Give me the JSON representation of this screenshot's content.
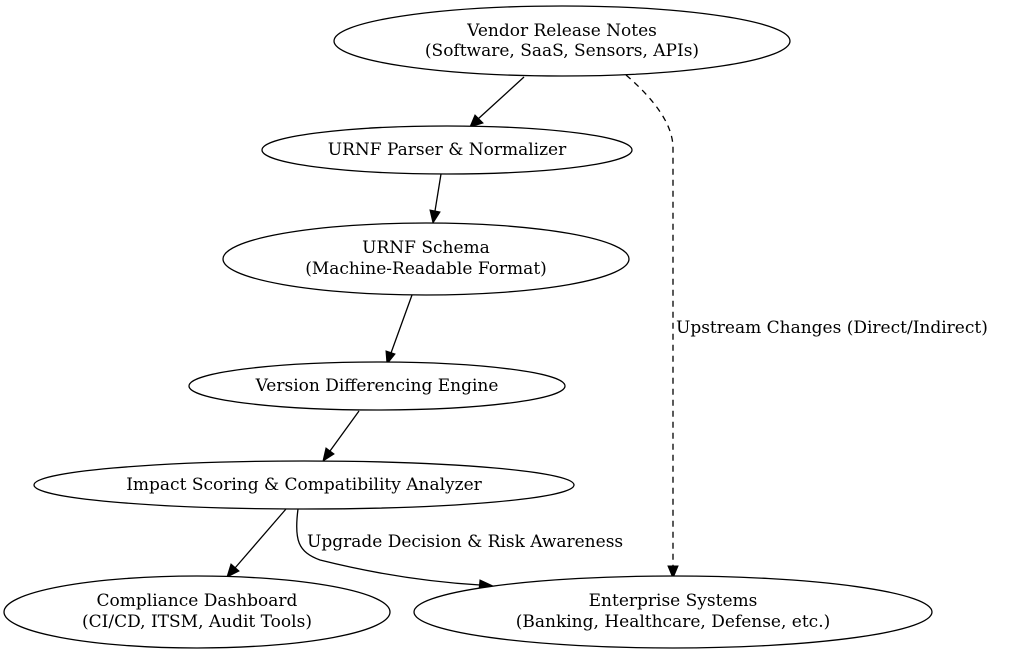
{
  "nodes": {
    "vendor_release_notes": [
      "Vendor Release Notes",
      "(Software, SaaS, Sensors, APIs)"
    ],
    "parser": [
      "URNF Parser & Normalizer"
    ],
    "schema": [
      "URNF Schema",
      "(Machine-Readable Format)"
    ],
    "diff_engine": [
      "Version Differencing Engine"
    ],
    "impact_analyzer": [
      "Impact Scoring & Compatibility Analyzer"
    ],
    "compliance_dashboard": [
      "Compliance Dashboard",
      "(CI/CD, ITSM, Audit Tools)"
    ],
    "enterprise_systems": [
      "Enterprise Systems",
      "(Banking, Healthcare, Defense, etc.)"
    ]
  },
  "edges": [
    {
      "from": "vendor_release_notes",
      "to": "parser",
      "label": "",
      "style": "solid"
    },
    {
      "from": "vendor_release_notes",
      "to": "enterprise_systems",
      "label": "Upstream Changes (Direct/Indirect)",
      "style": "dashed"
    },
    {
      "from": "parser",
      "to": "schema",
      "label": "",
      "style": "solid"
    },
    {
      "from": "schema",
      "to": "diff_engine",
      "label": "",
      "style": "solid"
    },
    {
      "from": "diff_engine",
      "to": "impact_analyzer",
      "label": "",
      "style": "solid"
    },
    {
      "from": "impact_analyzer",
      "to": "compliance_dashboard",
      "label": "",
      "style": "solid"
    },
    {
      "from": "impact_analyzer",
      "to": "enterprise_systems",
      "label": "Upgrade Decision & Risk Awareness",
      "style": "solid"
    }
  ]
}
